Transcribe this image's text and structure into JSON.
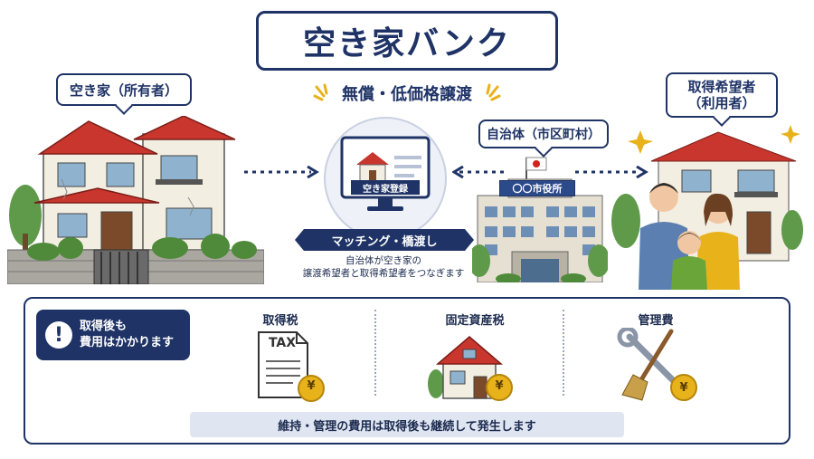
{
  "title": "空き家バンク",
  "subtitle": "無償・低価格譲渡",
  "owner_label": "空き家（所有者）",
  "city_label": "自治体（市区町村）",
  "buyer_label_line1": "取得希望者",
  "buyer_label_line2": "（利用者）",
  "monitor_label": "空き家登録",
  "city_hall_sign": "〇〇市役所",
  "matching_label": "マッチング・橋渡し",
  "matching_desc_line1": "自治体が空き家の",
  "matching_desc_line2": "譲渡希望者と取得希望者をつなぎます",
  "notice_line1": "取得後も",
  "notice_line2": "費用はかかります",
  "notice_icon": "!",
  "costs": [
    {
      "label": "取得税",
      "doc_text": "TAX",
      "icon": "tax-document-icon"
    },
    {
      "label": "固定資産税",
      "icon": "house-icon"
    },
    {
      "label": "管理費",
      "icon": "tools-icon"
    }
  ],
  "yen_symbol": "¥",
  "footer": "維持・管理の費用は取得後も継続して発生します",
  "colors": {
    "navy": "#1f3366",
    "roof_red": "#c8362d",
    "gold": "#e8b21b",
    "light_panel": "#dfe5f1"
  }
}
